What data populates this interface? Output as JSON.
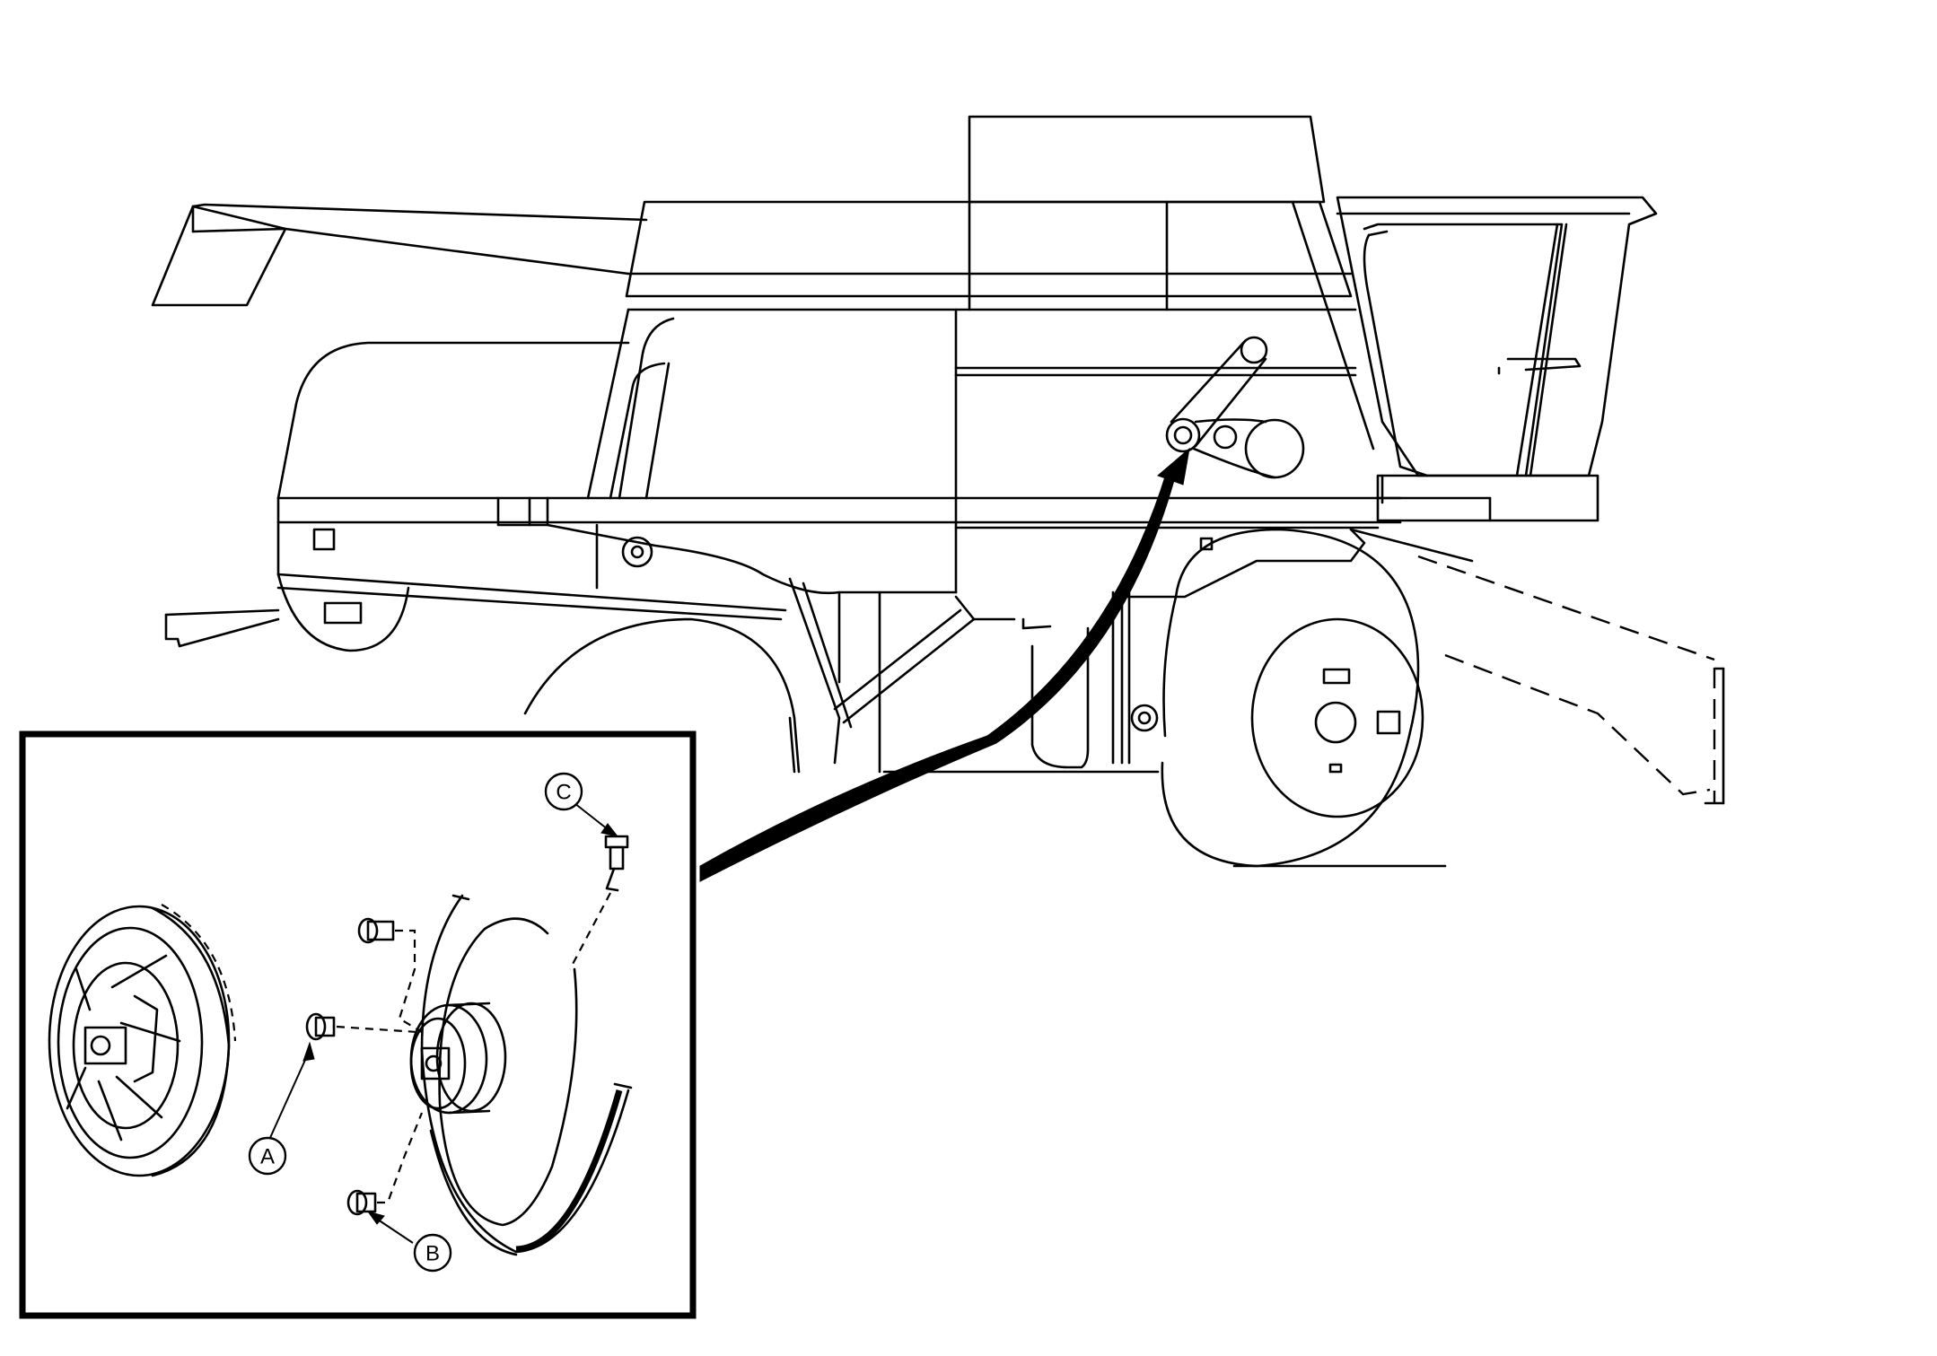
{
  "figure": {
    "callouts": [
      {
        "id": "A",
        "label": "A"
      },
      {
        "id": "B",
        "label": "B"
      },
      {
        "id": "C",
        "label": "C"
      }
    ]
  }
}
